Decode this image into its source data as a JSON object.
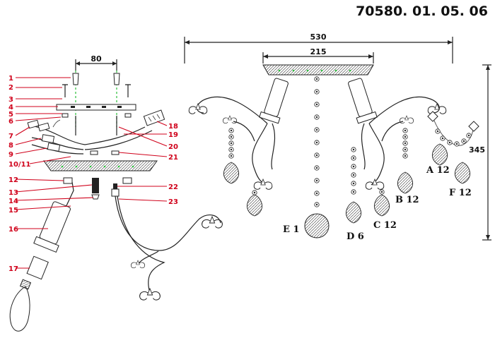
{
  "model": "70580. 01. 05. 06",
  "dimensions": {
    "width_total": "530",
    "width_top": "215",
    "height": "345",
    "mount_spacing": "80"
  },
  "part_numbers": [
    "1",
    "2",
    "3",
    "4",
    "5",
    "6",
    "7",
    "8",
    "9",
    "10/11",
    "12",
    "13",
    "14",
    "15",
    "16",
    "17",
    "18",
    "19",
    "20",
    "21",
    "22",
    "23"
  ],
  "crystal_labels": {
    "A": "A 12",
    "B": "B 12",
    "C": "C 12",
    "D": "D 6",
    "E": "E 1",
    "F": "F 12"
  },
  "colors": {
    "callout": "#d0021b",
    "guide": "#2bbf3a",
    "line": "#222222"
  }
}
